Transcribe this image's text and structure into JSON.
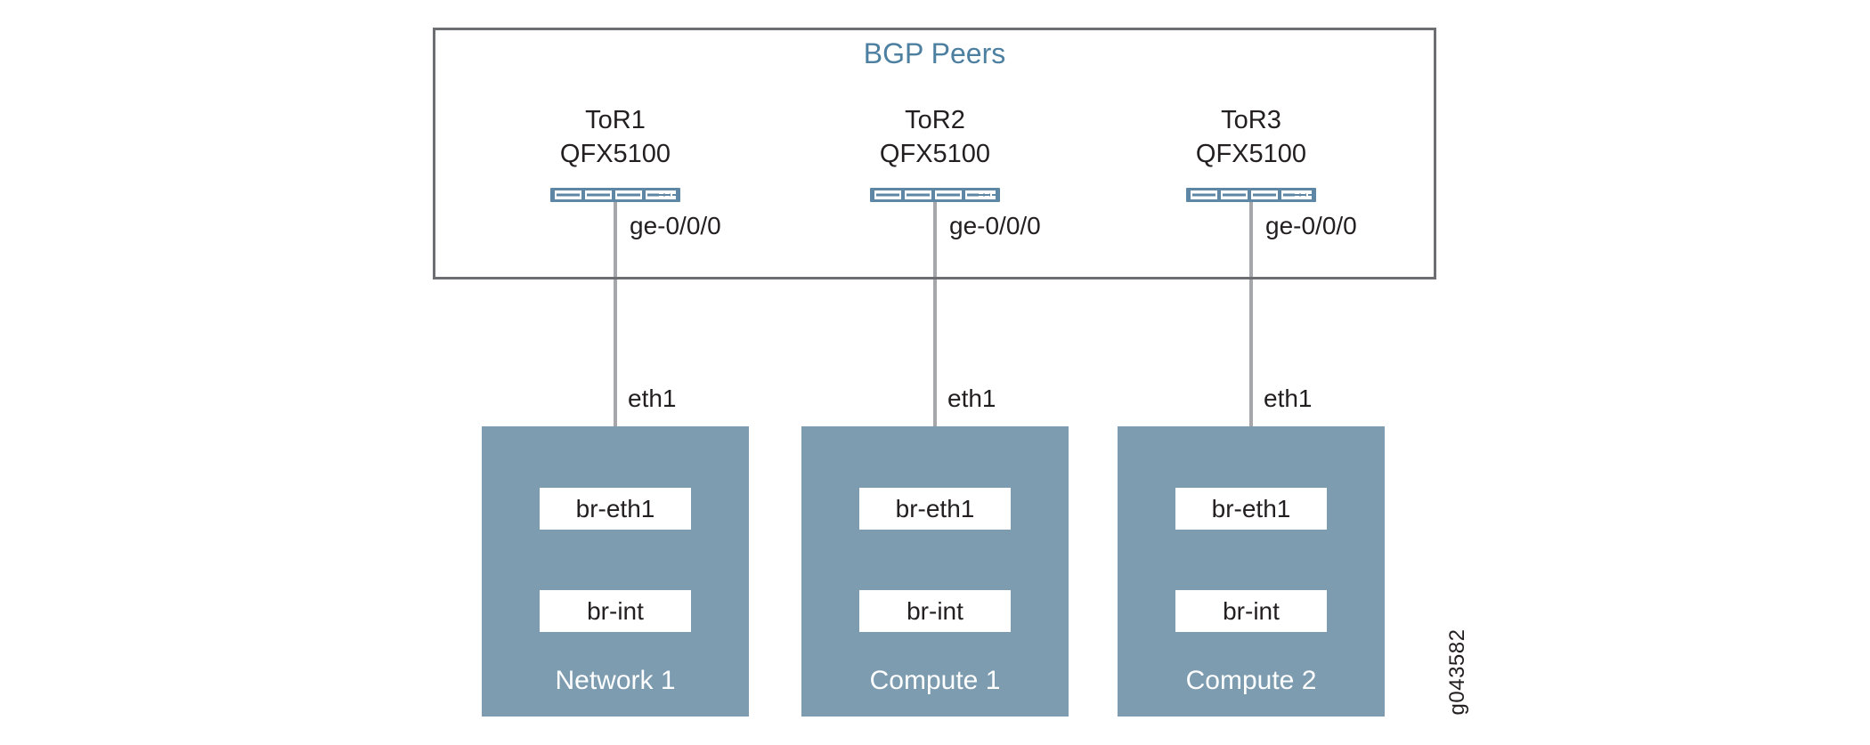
{
  "diagram": {
    "figure_id": "g043582",
    "colors": {
      "accent_blue": "#4d7fa1",
      "host_fill": "#7d9cb0",
      "switch_fill": "#5d87a4",
      "group_border_gray": "#6d6e71",
      "connector_gray": "#a5a7aa",
      "text_dark": "#231f20"
    },
    "bgp_group": {
      "title": "BGP Peers",
      "switches": [
        {
          "name": "ToR1",
          "model": "QFX5100",
          "port": "ge-0/0/0"
        },
        {
          "name": "ToR2",
          "model": "QFX5100",
          "port": "ge-0/0/0"
        },
        {
          "name": "ToR3",
          "model": "QFX5100",
          "port": "ge-0/0/0"
        }
      ]
    },
    "hosts": [
      {
        "name": "Network 1",
        "interface": "eth1",
        "bridges": [
          "br-eth1",
          "br-int"
        ]
      },
      {
        "name": "Compute 1",
        "interface": "eth1",
        "bridges": [
          "br-eth1",
          "br-int"
        ]
      },
      {
        "name": "Compute 2",
        "interface": "eth1",
        "bridges": [
          "br-eth1",
          "br-int"
        ]
      }
    ]
  }
}
